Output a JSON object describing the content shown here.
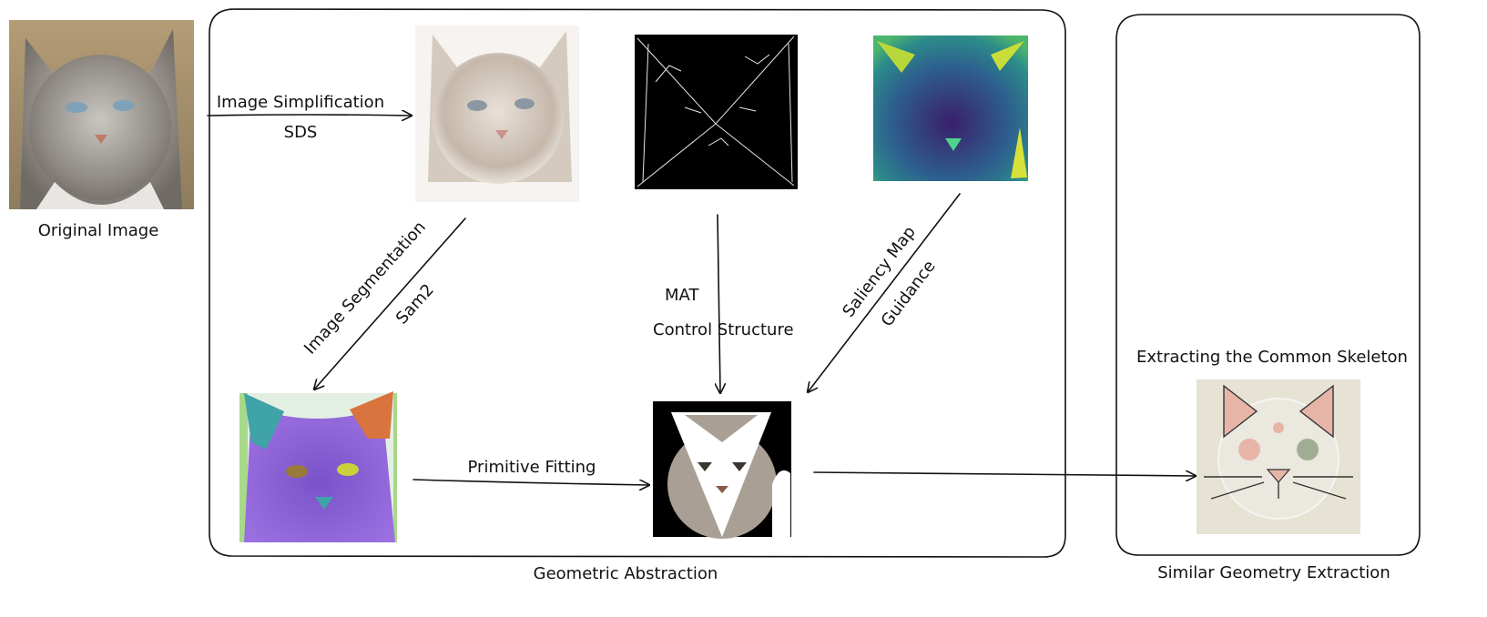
{
  "nodes": {
    "original": {
      "caption": "Original Image"
    },
    "simplified": {},
    "mat": {},
    "saliency": {},
    "segmented": {},
    "primitives": {},
    "skeleton": {
      "caption": "Extracting the Common Skeleton"
    }
  },
  "edges": {
    "simplification": {
      "label1": "Image Simplification",
      "label2": "SDS"
    },
    "segmentation": {
      "label1": "Image Segmentation",
      "label2": "Sam2"
    },
    "mat": {
      "label1": "MAT",
      "label2": "Control Structure"
    },
    "saliency": {
      "label1": "Saliency Map",
      "label2": "Guidance"
    },
    "fitting": {
      "label1": "Primitive Fitting"
    }
  },
  "groups": {
    "geometric": {
      "caption": "Geometric Abstraction"
    },
    "similar": {
      "caption": "Similar Geometry Extraction"
    }
  },
  "colors": {
    "segment_purple": "#8a5fd6",
    "segment_teal": "#3fa3a8",
    "segment_orange": "#d9743f",
    "segment_yellow": "#c9d23a",
    "segment_green": "#9fd67a",
    "primitive_taupe": "#a99f94",
    "saliency_dark": "#3a1f6a",
    "saliency_teal": "#2c8c8a",
    "saliency_yellow": "#d8e13a",
    "skeleton_bg": "#e6e2d4",
    "skeleton_pink": "#e7b5a7",
    "skeleton_green": "#9fae93"
  }
}
